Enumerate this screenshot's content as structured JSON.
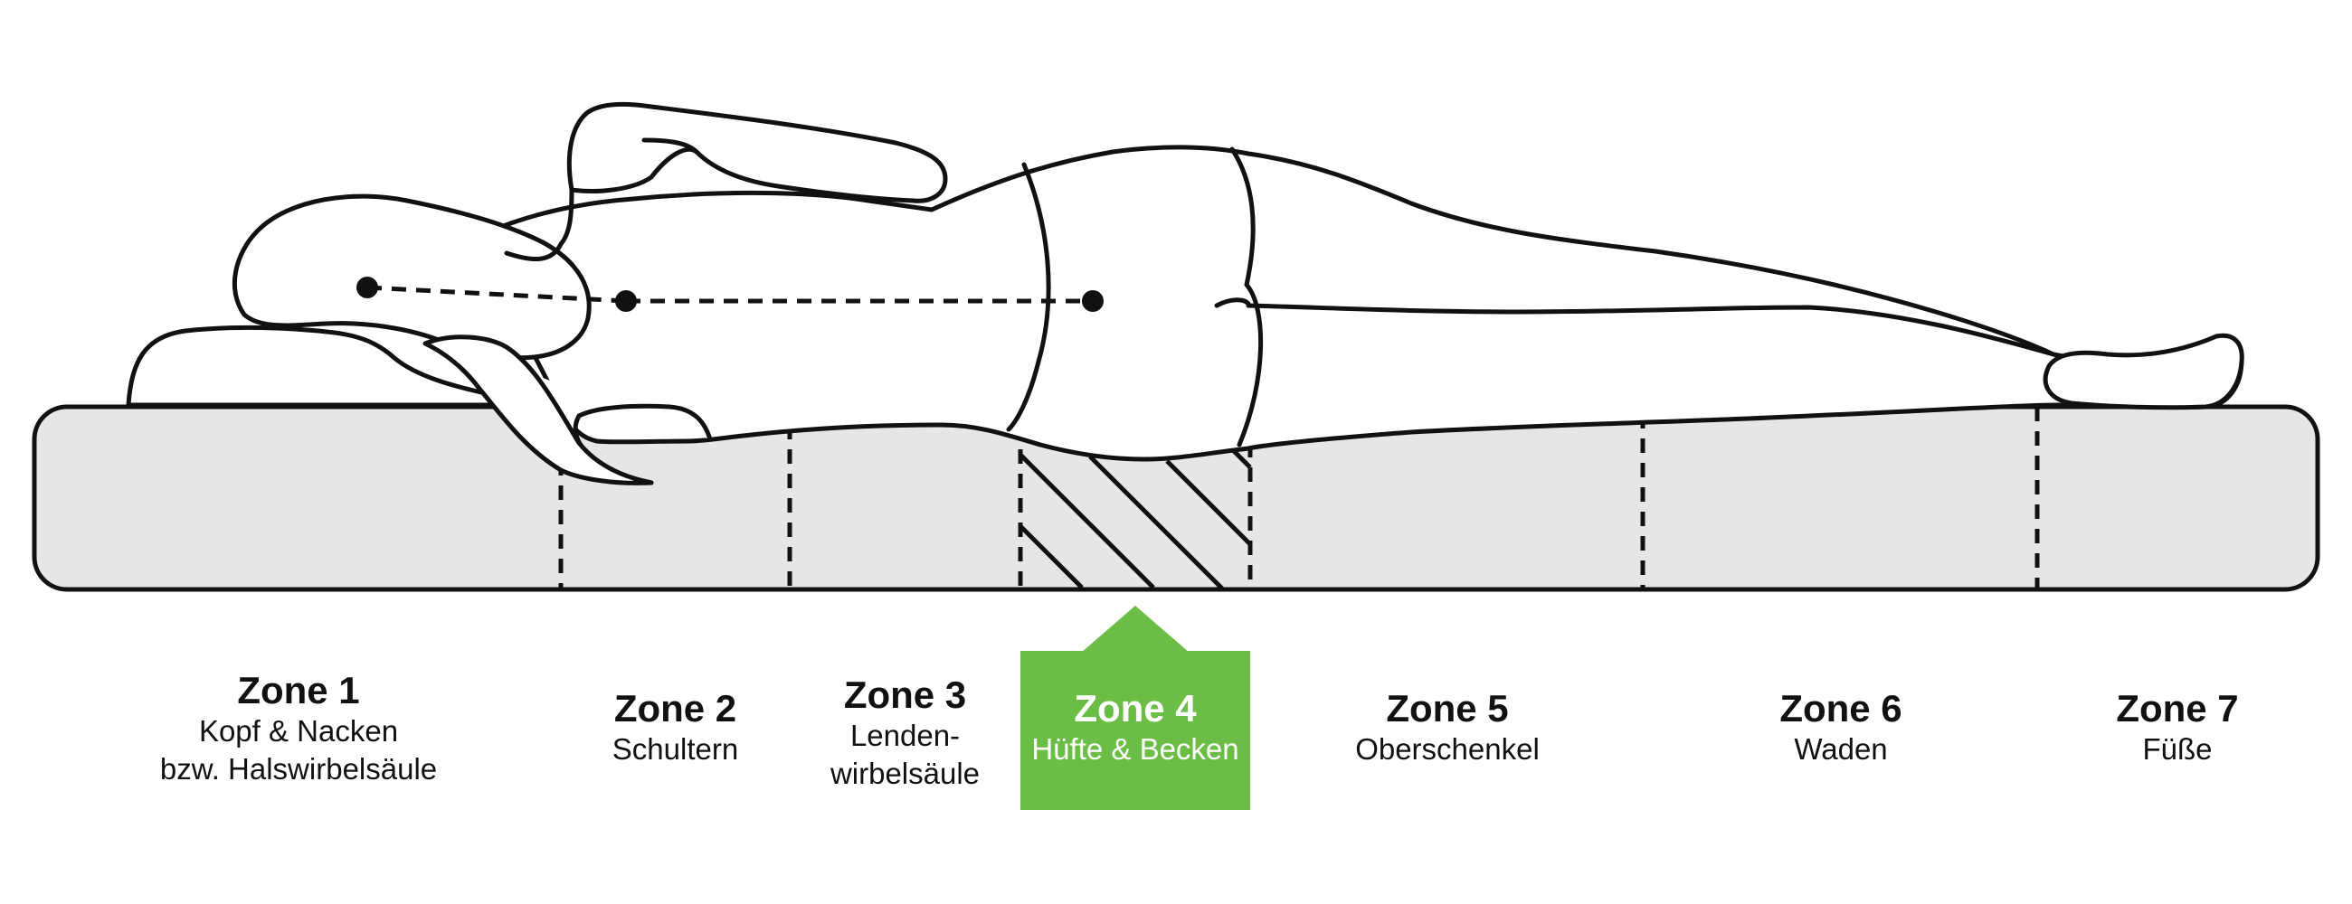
{
  "colors": {
    "outline": "#111111",
    "mattress_fill": "#e6e6e6",
    "highlight": "#6cbd45",
    "highlight_text": "#ffffff"
  },
  "zones": [
    {
      "title": "Zone 1",
      "desc1": "Kopf & Nacken",
      "desc2": "bzw. Halswirbelsäule"
    },
    {
      "title": "Zone 2",
      "desc1": "Schultern",
      "desc2": ""
    },
    {
      "title": "Zone 3",
      "desc1": "Lenden-",
      "desc2": "wirbelsäule"
    },
    {
      "title": "Zone 4",
      "desc1": "Hüfte & Becken",
      "desc2": ""
    },
    {
      "title": "Zone 5",
      "desc1": "Oberschenkel",
      "desc2": ""
    },
    {
      "title": "Zone 6",
      "desc1": "Waden",
      "desc2": ""
    },
    {
      "title": "Zone 7",
      "desc1": "Füße",
      "desc2": ""
    }
  ],
  "highlighted_zone": 4
}
